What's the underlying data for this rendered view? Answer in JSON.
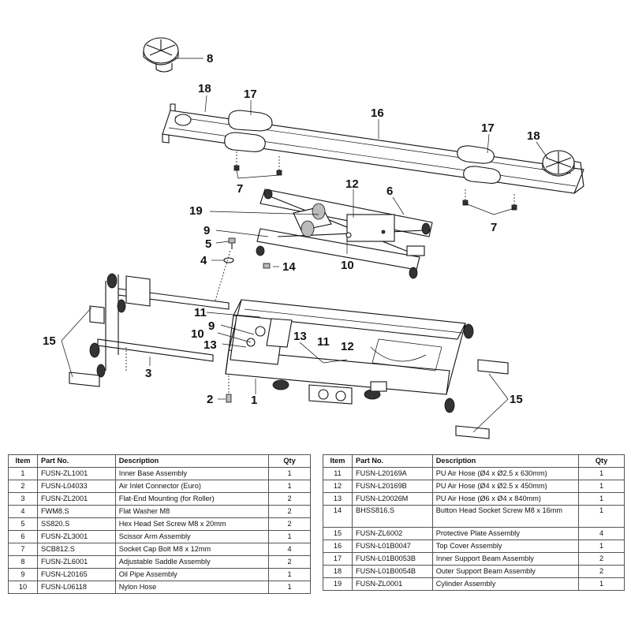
{
  "callouts": {
    "c8": "8",
    "c18a": "18",
    "c17a": "17",
    "c16": "16",
    "c17b": "17",
    "c18b": "18",
    "c7a": "7",
    "c7b": "7",
    "c12a": "12",
    "c6": "6",
    "c19": "19",
    "c9a": "9",
    "c5": "5",
    "c4": "4",
    "c14": "14",
    "c10a": "10",
    "c15a": "15",
    "c11a": "11",
    "c9b": "9",
    "c10b": "10",
    "c13a": "13",
    "c13b": "13",
    "c11b": "11",
    "c12b": "12",
    "c3": "3",
    "c2": "2",
    "c1": "1",
    "c15b": "15"
  },
  "table": {
    "headers": {
      "item": "Item",
      "part": "Part No.",
      "desc": "Description",
      "qty": "Qty"
    },
    "left": [
      {
        "item": "1",
        "part": "FUSN-ZL1001",
        "desc": "Inner Base Assembly",
        "qty": "1"
      },
      {
        "item": "2",
        "part": "FUSN-L04033",
        "desc": "Air Inlet Connector (Euro)",
        "qty": "1"
      },
      {
        "item": "3",
        "part": "FUSN-ZL2001",
        "desc": "Flat-End Mounting (for Roller)",
        "qty": "2"
      },
      {
        "item": "4",
        "part": "FWM8.S",
        "desc": "Flat Washer M8",
        "qty": "2"
      },
      {
        "item": "5",
        "part": "SS820.S",
        "desc": "Hex Head Set Screw M8 x 20mm",
        "qty": "2"
      },
      {
        "item": "6",
        "part": "FUSN-ZL3001",
        "desc": "Scissor Arm Assembly",
        "qty": "1"
      },
      {
        "item": "7",
        "part": "SCB812.S",
        "desc": "Socket Cap Bolt M8 x 12mm",
        "qty": "4"
      },
      {
        "item": "8",
        "part": "FUSN-ZL6001",
        "desc": "Adjustable Saddle Assembly",
        "qty": "2"
      },
      {
        "item": "9",
        "part": "FUSN-L20165",
        "desc": "Oil Pipe Assembly",
        "qty": "1"
      },
      {
        "item": "10",
        "part": "FUSN-L06118",
        "desc": "Nylon Hose",
        "qty": "1"
      }
    ],
    "right": [
      {
        "item": "11",
        "part": "FUSN-L20169A",
        "desc": "PU Air Hose (Ø4 x Ø2.5 x 630mm)",
        "qty": "1"
      },
      {
        "item": "12",
        "part": "FUSN-L20169B",
        "desc": "PU Air Hose (Ø4 x Ø2.5 x 450mm)",
        "qty": "1"
      },
      {
        "item": "13",
        "part": "FUSN-L20026M",
        "desc": "PU Air Hose (Ø6 x Ø4 x 840mm)",
        "qty": "1"
      },
      {
        "item": "14",
        "part": "BHSS816.S",
        "desc": "Button Head Socket Screw M8 x 16mm",
        "qty": "1"
      },
      {
        "item": "15",
        "part": "FUSN-ZL6002",
        "desc": "Protective Plate Assembly",
        "qty": "4"
      },
      {
        "item": "16",
        "part": "FUSN-L01B0047",
        "desc": "Top Cover Assembly",
        "qty": "1"
      },
      {
        "item": "17",
        "part": "FUSN-L01B0053B",
        "desc": "Inner Support Beam Assembly",
        "qty": "2"
      },
      {
        "item": "18",
        "part": "FUSN-L01B0054B",
        "desc": "Outer Support Beam Assembly",
        "qty": "2"
      },
      {
        "item": "19",
        "part": "FUSN-ZL0001",
        "desc": "Cylinder Assembly",
        "qty": "1"
      }
    ]
  }
}
